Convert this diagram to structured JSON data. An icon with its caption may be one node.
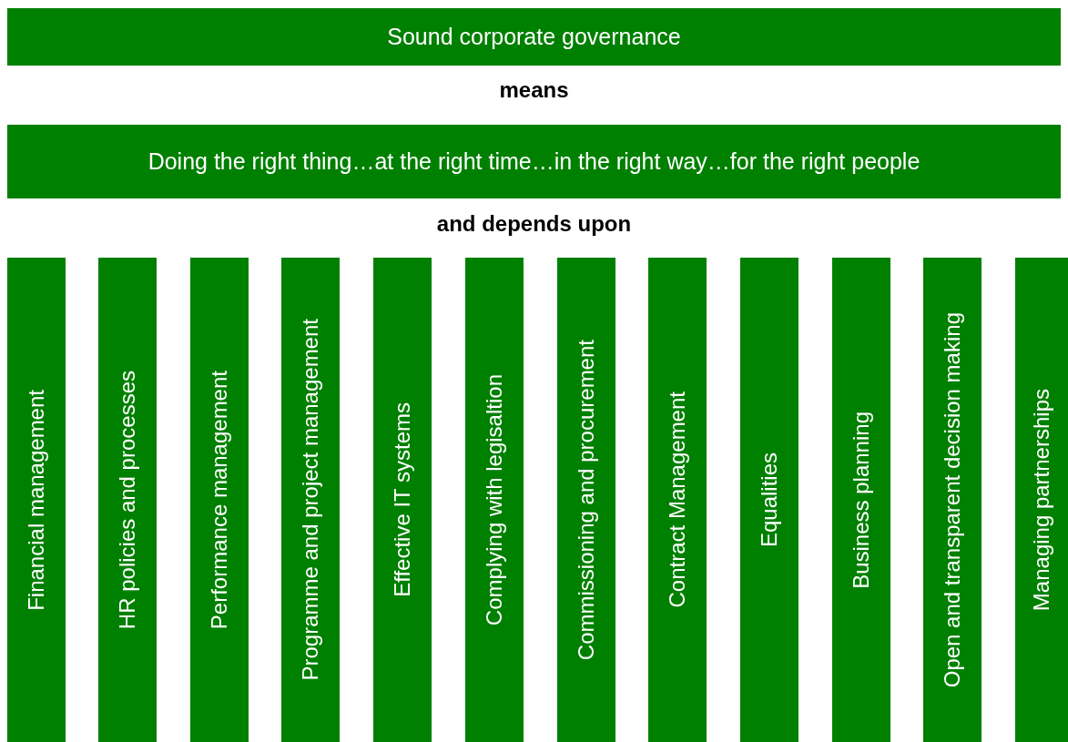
{
  "diagram": {
    "nodes": [
      {
        "text": [
          "Sound corporate governance"
        ]
      },
      {
        "text": [
          "Doing the right thing…at the right time…in the right way…for the right people"
        ]
      },
      {
        "text": [
          "Financial management"
        ]
      },
      {
        "text": [
          "HR policies and processes"
        ]
      },
      {
        "text": [
          "Performance management"
        ]
      },
      {
        "text": [
          "Programme and project management"
        ]
      },
      {
        "text": [
          "Effective IT systems"
        ]
      },
      {
        "text": [
          "Complying with legisaltion"
        ]
      },
      {
        "text": [
          "Commissioning and procurement"
        ]
      },
      {
        "text": [
          "Contract Management"
        ]
      },
      {
        "text": [
          "Equalities"
        ]
      },
      {
        "text": [
          "Business planning"
        ]
      },
      {
        "text": [
          "Open and transparent decision making"
        ]
      },
      {
        "text": [
          "Managing partnerships"
        ]
      }
    ],
    "labels": [
      "means",
      "and depends upon"
    ]
  }
}
